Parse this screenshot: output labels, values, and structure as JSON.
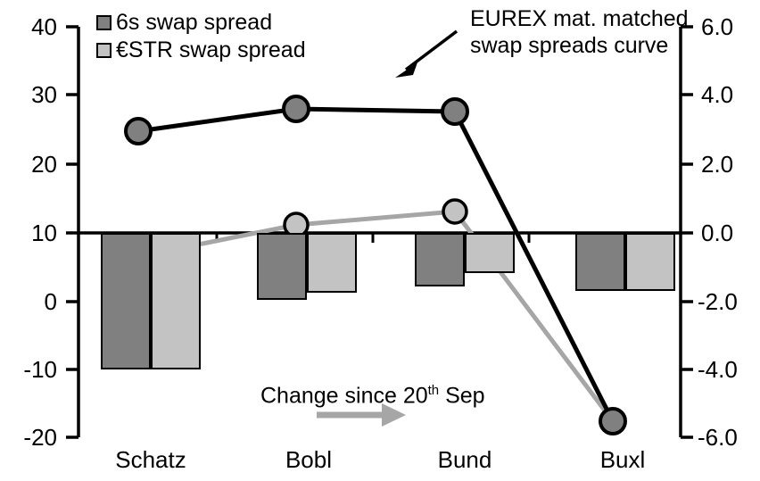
{
  "chart_data": {
    "type": "bar",
    "title": "",
    "categories": [
      "Schatz",
      "Bobl",
      "Bund",
      "Buxl"
    ],
    "series": [
      {
        "name": "6s swap spread",
        "type": "bar",
        "axis": "left",
        "color": "#808080",
        "values": [
          -10.3,
          0.0,
          2.0,
          1.1
        ]
      },
      {
        "name": "€STR swap spread",
        "type": "bar",
        "axis": "left",
        "color": "#c3c3c3",
        "values": [
          -10.3,
          1.1,
          3.6,
          1.1
        ]
      },
      {
        "name": "EUREX mat. matched swap spreads curve",
        "type": "line",
        "axis": "right",
        "color": "#000000",
        "values": [
          2.95,
          3.6,
          3.5,
          -5.5
        ]
      },
      {
        "name": "Change since 20th Sep",
        "type": "line",
        "axis": "right",
        "color": "#a6a6a6",
        "values": [
          -0.85,
          0.1,
          0.6,
          -6.0
        ]
      }
    ],
    "xlabel": "",
    "ylabel_left": "",
    "ylabel_right": "",
    "ylim_left": [
      -20,
      40
    ],
    "ylim_right": [
      -6.0,
      6.0
    ],
    "yticks_left": [
      "40",
      "30",
      "20",
      "10",
      "0",
      "-10",
      "-20"
    ],
    "yticks_right": [
      "6.0",
      "4.0",
      "2.0",
      "0.0",
      "-2.0",
      "-4.0",
      "-6.0"
    ],
    "grid": false,
    "zero_line_left_value": 10,
    "zero_line_right_value": 0.0,
    "legend_position": "top-left"
  },
  "legend": {
    "items": [
      {
        "label": "6s swap spread",
        "color": "#808080"
      },
      {
        "label": "€STR swap spread",
        "color": "#c3c3c3"
      }
    ]
  },
  "annotations": {
    "curve_label_line1": "EUREX mat. matched",
    "curve_label_line2": "swap spreads curve",
    "change_note_prefix": "Change since 20",
    "change_note_sup": "th",
    "change_note_suffix": " Sep"
  },
  "axes": {
    "left_ticks": [
      "40",
      "30",
      "20",
      "10",
      "0",
      "-10",
      "-20"
    ],
    "right_ticks": [
      "6.0",
      "4.0",
      "2.0",
      "0.0",
      "-2.0",
      "-4.0",
      "-6.0"
    ],
    "categories": [
      "Schatz",
      "Bobl",
      "Bund",
      "Buxl"
    ]
  },
  "colors": {
    "bar_dark": "#808080",
    "bar_light": "#c3c3c3",
    "line_black": "#000000",
    "line_gray": "#a6a6a6",
    "axis": "#000000",
    "background": "#ffffff"
  }
}
